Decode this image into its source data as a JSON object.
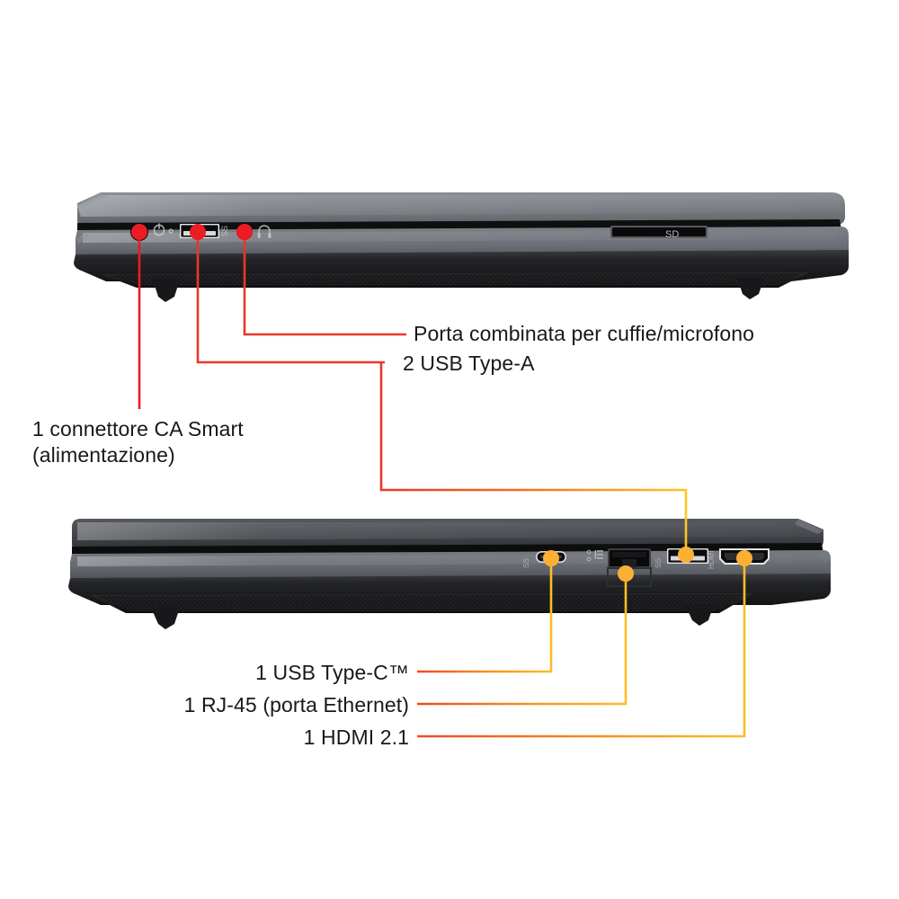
{
  "page": {
    "title": "Diagramma porte laptop HP",
    "background": "#ffffff",
    "language": "it"
  },
  "colors": {
    "red": "#ec1c24",
    "red_line": "#e8372a",
    "orange": "#f58220",
    "amber": "#fbb034",
    "yellow": "#ffc425",
    "text": "#19191b",
    "chassis_gray": "#72767b",
    "chassis_dark": "#2c2d2f",
    "chassis_black": "#1a1a1c"
  },
  "devices": {
    "top": {
      "name": "left-side-profile",
      "caption_ports": [
        {
          "id": "ac",
          "label": "Smart AC connector",
          "marker_color": "#ec1c24"
        },
        {
          "id": "usba",
          "label": "USB Type-A",
          "marker_color": "#ec1c24"
        },
        {
          "id": "audio",
          "label": "Headphone/microphone combo",
          "marker_color": "#ec1c24"
        }
      ],
      "slot_label": "SD"
    },
    "bottom": {
      "name": "right-side-profile",
      "caption_ports": [
        {
          "id": "usbc",
          "label": "USB Type-C",
          "marker_color": "#fbb034"
        },
        {
          "id": "rj45",
          "label": "RJ-45 Ethernet",
          "marker_color": "#fbb034"
        },
        {
          "id": "usba2",
          "label": "USB Type-A",
          "marker_color": "#fbb034"
        },
        {
          "id": "hdmi",
          "label": "HDMI",
          "marker_color": "#fbb034"
        }
      ],
      "port_markings": [
        "SS",
        "RJ-45",
        "SS",
        "HDMI"
      ]
    }
  },
  "callouts": {
    "ac_power": {
      "text_line1": "1 connettore CA Smart",
      "text_line2": "(alimentazione)"
    },
    "usb_a": {
      "text": "2 USB Type-A"
    },
    "audio_combo": {
      "text": "Porta combinata per cuffie/microfono"
    },
    "usb_c": {
      "text": "1 USB Type-C™"
    },
    "rj45": {
      "text": "1 RJ-45 (porta Ethernet)"
    },
    "hdmi": {
      "text": "1 HDMI 2.1"
    }
  }
}
